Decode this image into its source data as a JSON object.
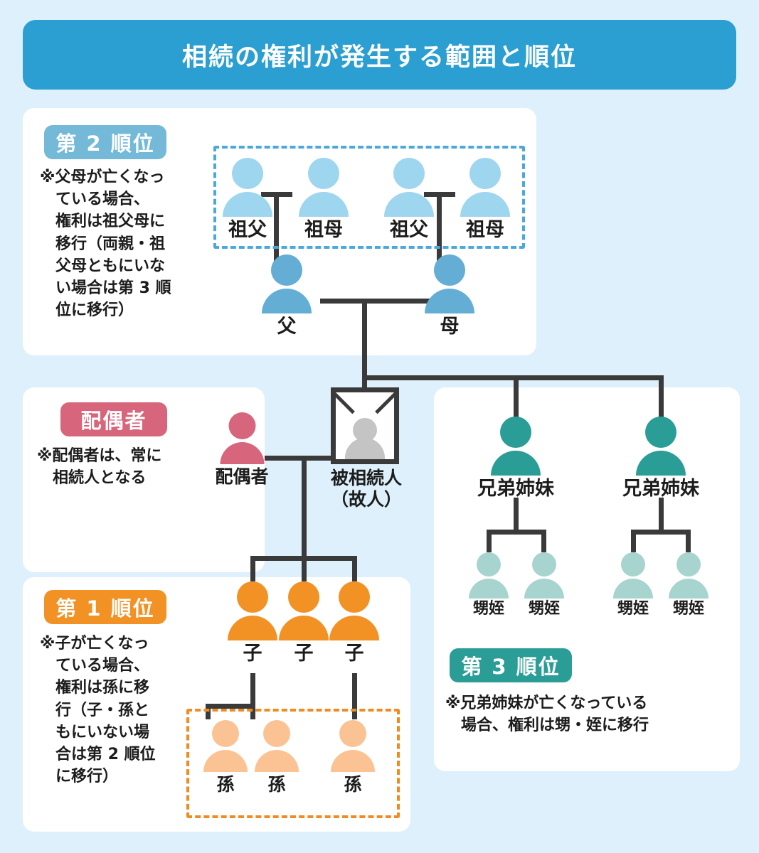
{
  "title": "相続の権利が発生する範囲と順位",
  "colors": {
    "page_background": "#ddf0fb",
    "title_bar": "#2b9fd1",
    "panel": "#ffffff",
    "rank2_chip": "#74b9d8",
    "spouse_chip": "#d7657c",
    "rank1_chip": "#f29124",
    "rank3_chip": "#2a9d96",
    "grandparent_icon": "#9dd6ee",
    "parent_icon": "#64aed6",
    "spouse_icon": "#d7657c",
    "deceased_icon": "#c4c4c4",
    "child_icon": "#f29124",
    "grandchild_icon": "#fbc394",
    "sibling_icon": "#2a9d96",
    "nephew_icon": "#a8d4cf",
    "line": "#3a3a3a",
    "dash_blue": "#4aa8dc",
    "dash_orange": "#f18b1f"
  },
  "sections": {
    "rank2": {
      "chip": "第 2 順位",
      "note": "※父母が亡くなっ\nている場合、\n権利は祖父母に\n移行（両親・祖\n父母ともにいな\nい場合は第 3 順\n位に移行）"
    },
    "spouse": {
      "chip": "配偶者",
      "note": "※配偶者は、常に\n相続人となる"
    },
    "rank1": {
      "chip": "第 1 順位",
      "note": "※子が亡くなっ\nている場合、\n権利は孫に移\n行（子・孫と\nもにいない場\n合は第 2 順位\nに移行）"
    },
    "rank3": {
      "chip": "第 3 順位",
      "note": "※兄弟姉妹が亡くなっている\n場合、権利は甥・姪に移行"
    }
  },
  "people": {
    "grandparents": [
      {
        "label": "祖父"
      },
      {
        "label": "祖母"
      },
      {
        "label": "祖父"
      },
      {
        "label": "祖母"
      }
    ],
    "parents": [
      {
        "label": "父"
      },
      {
        "label": "母"
      }
    ],
    "spouse": {
      "label": "配偶者"
    },
    "deceased": {
      "label": "被相続人\n（故人）"
    },
    "children": [
      {
        "label": "子"
      },
      {
        "label": "子"
      },
      {
        "label": "子"
      }
    ],
    "grandchildren": [
      {
        "label": "孫"
      },
      {
        "label": "孫"
      },
      {
        "label": "孫"
      }
    ],
    "siblings": [
      {
        "label": "兄弟姉妹"
      },
      {
        "label": "兄弟姉妹"
      }
    ],
    "nephews": [
      {
        "label": "甥姪"
      },
      {
        "label": "甥姪"
      },
      {
        "label": "甥姪"
      },
      {
        "label": "甥姪"
      }
    ]
  }
}
